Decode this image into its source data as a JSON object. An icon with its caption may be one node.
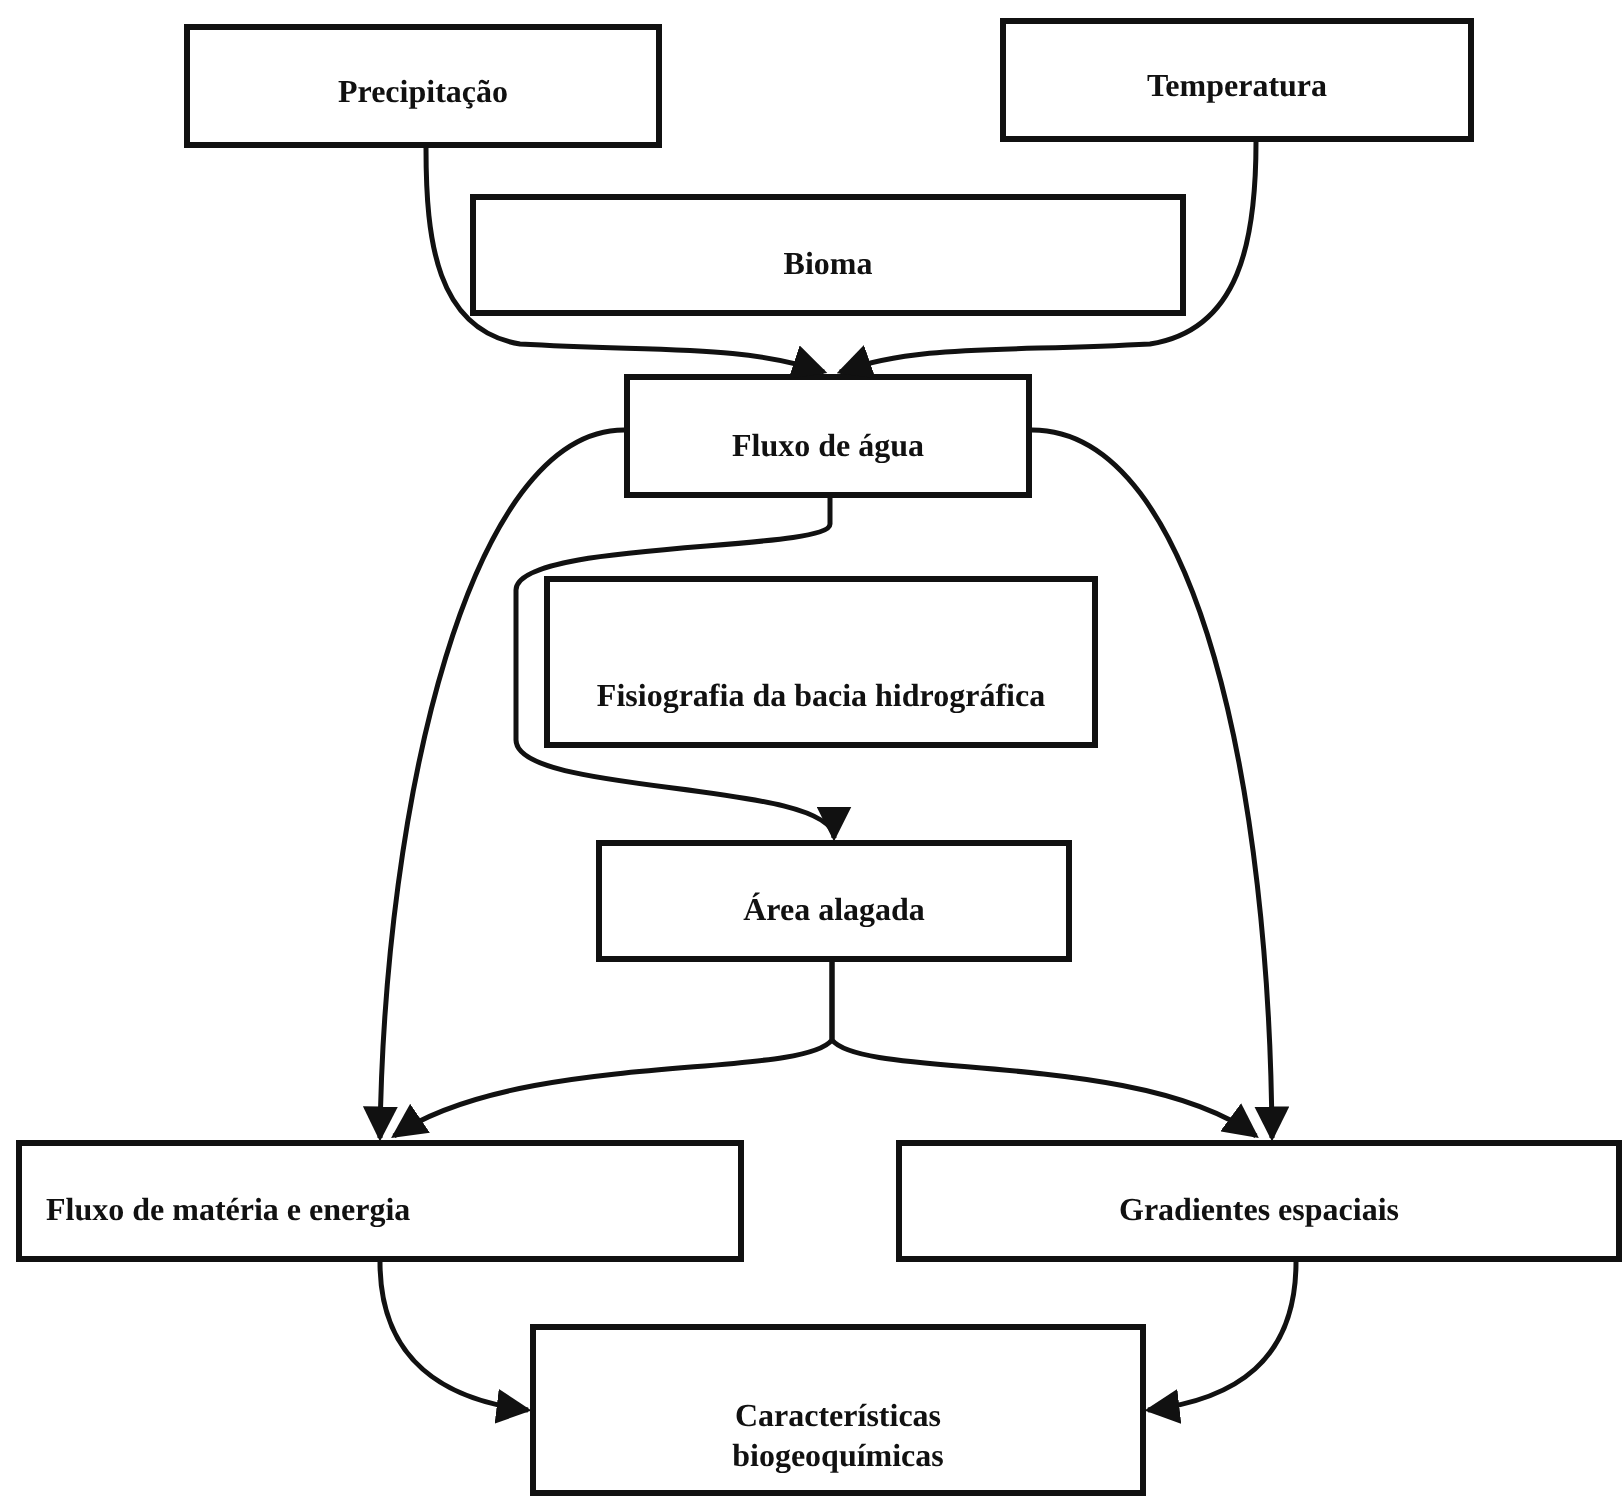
{
  "diagram": {
    "nodes": [
      {
        "text": [
          "Precipitação"
        ]
      },
      {
        "text": [
          "Temperatura"
        ]
      },
      {
        "text": [
          "Bioma"
        ]
      },
      {
        "text": [
          "Fluxo de água"
        ]
      },
      {
        "text": [
          "Fisiografia da bacia hidrográfica"
        ]
      },
      {
        "text": [
          "Área alagada"
        ]
      },
      {
        "text": [
          "Fluxo de matéria e energia"
        ]
      },
      {
        "text": [
          "Gradientes espaciais"
        ]
      },
      {
        "text": [
          "Características biogeoquímicas"
        ]
      }
    ],
    "edges": [
      {
        "from": 0,
        "to": 3,
        "arrow": "to"
      },
      {
        "from": 1,
        "to": 3,
        "arrow": "to"
      },
      {
        "from": 3,
        "to": 6,
        "arrow": "to"
      },
      {
        "from": 3,
        "to": 7,
        "arrow": "to"
      },
      {
        "from": 3,
        "to": 5,
        "arrow": "to"
      },
      {
        "from": 5,
        "to": 6,
        "arrow": "to"
      },
      {
        "from": 5,
        "to": 7,
        "arrow": "to"
      },
      {
        "from": 6,
        "to": 8,
        "arrow": "to"
      },
      {
        "from": 7,
        "to": 8,
        "arrow": "to"
      }
    ]
  }
}
